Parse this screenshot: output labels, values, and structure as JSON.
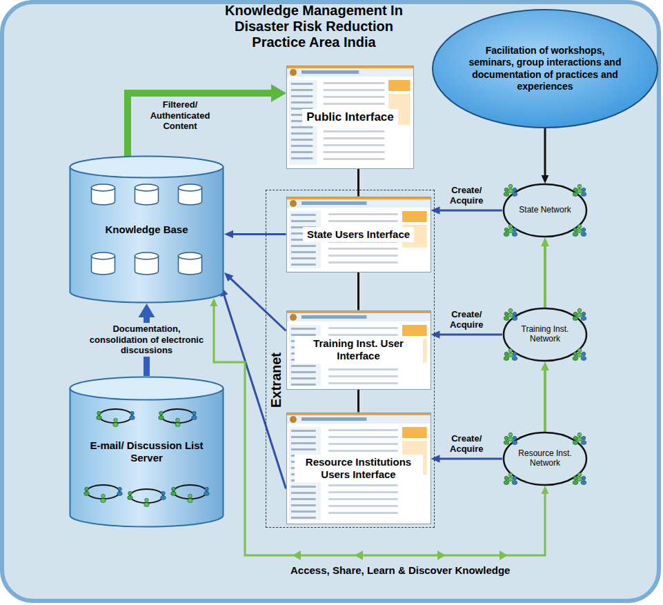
{
  "diagram": {
    "title": "Knowledge Management In Disaster Risk Reduction Practice Area India",
    "nodes": [
      {
        "text": [
          "Facilitation of workshops, seminars, group interactions and documentation of practices and experiences"
        ]
      },
      {
        "text": [
          "Public Interface"
        ]
      },
      {
        "text": [
          "Extranet"
        ]
      },
      {
        "text": [
          "State Users Interface"
        ],
        "in": 2
      },
      {
        "text": [
          "Training Inst. User Interface"
        ],
        "in": 2
      },
      {
        "text": [
          "Resource Institutions Users Interface"
        ],
        "in": 2
      },
      {
        "text": [
          "Knowledge Base"
        ]
      },
      {
        "text": [
          "E-mail/ Discussion List Server"
        ]
      },
      {
        "text": [
          "State Network"
        ]
      },
      {
        "text": [
          "Training Inst. Network"
        ]
      },
      {
        "text": [
          "Resource Inst. Network"
        ]
      }
    ],
    "edges": [
      {
        "from": 6,
        "to": 1,
        "label": "Filtered/ Authenticated Content",
        "arrow": "to"
      },
      {
        "from": 1,
        "to": 3,
        "arrow": "none"
      },
      {
        "from": 3,
        "to": 4,
        "arrow": "none"
      },
      {
        "from": 4,
        "to": 5,
        "arrow": "none"
      },
      {
        "from": 3,
        "to": 6,
        "arrow": "to"
      },
      {
        "from": 4,
        "to": 6,
        "arrow": "to"
      },
      {
        "from": 5,
        "to": 6,
        "arrow": "to"
      },
      {
        "from": 7,
        "to": 6,
        "label": "Documentation, consolidation of electronic discussions",
        "arrow": "to"
      },
      {
        "from": 8,
        "to": 3,
        "label": "Create/ Acquire",
        "arrow": "to"
      },
      {
        "from": 9,
        "to": 4,
        "label": "Create/ Acquire",
        "arrow": "to"
      },
      {
        "from": 10,
        "to": 5,
        "label": "Create/ Acquire",
        "arrow": "to"
      },
      {
        "from": 0,
        "to": 8,
        "arrow": "to"
      },
      {
        "from": 6,
        "to": 10,
        "label": "Access, Share, Learn & Discover Knowledge",
        "arrow": "both"
      },
      {
        "from": 10,
        "to": 9,
        "arrow": "to"
      },
      {
        "from": 9,
        "to": 8,
        "arrow": "to"
      }
    ]
  }
}
